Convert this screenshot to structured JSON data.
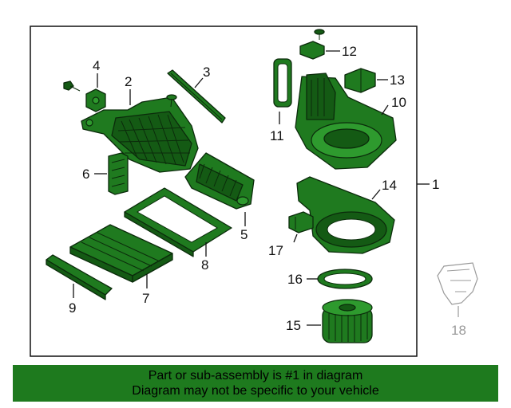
{
  "diagram": {
    "assembly_callout": "1",
    "callouts": {
      "c2": "2",
      "c3": "3",
      "c4": "4",
      "c5": "5",
      "c6": "6",
      "c7": "7",
      "c8": "8",
      "c9": "9",
      "c10": "10",
      "c11": "11",
      "c12": "12",
      "c13": "13",
      "c14": "14",
      "c15": "15",
      "c16": "16",
      "c17": "17",
      "c18": "18"
    }
  },
  "footer": {
    "line1": "Part or sub-assembly is #1 in diagram",
    "line2": "Diagram may not be specific to your vehicle"
  },
  "colors": {
    "part_fill": "#1f7a1f",
    "footer_bg": "#1e7a1e",
    "outline": "#0b2b0b"
  }
}
